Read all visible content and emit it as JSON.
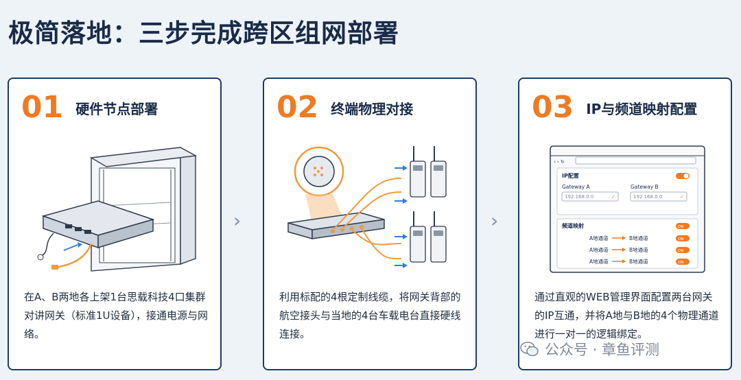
{
  "title": "极简落地：三步完成跨区组网部署",
  "steps": [
    {
      "num": "01",
      "title": "硬件节点部署",
      "desc": "在A、B两地各上架1台思载科技4口集群对讲网关（标准1U设备），接通电源与网络。"
    },
    {
      "num": "02",
      "title": "终端物理对接",
      "desc": "利用标配的4根定制线缆，将网关背部的航空接头与当地的4台车载电台直接硬线连接。"
    },
    {
      "num": "03",
      "title": "IP与频道映射配置",
      "desc": "通过直观的WEB管理界面配置两台网关的IP互通，并将A地与B地的4个物理通道进行一对一的逻辑绑定。"
    }
  ],
  "ui_mock": {
    "ip_section": "IP配置",
    "gateway_a_label": "Gateway A",
    "gateway_b_label": "Gateway B",
    "gateway_a_value": "192.168.0.0",
    "gateway_b_value": "192.168.0.0",
    "channel_section": "频道映射",
    "mappings": [
      {
        "from": "A地通道",
        "to": "B地通道",
        "state": "ON"
      },
      {
        "from": "A地通道",
        "to": "B地通道",
        "state": "ON"
      },
      {
        "from": "A地通道",
        "to": "B地通道",
        "state": "ON"
      }
    ]
  },
  "watermark": "公众号 · 章鱼评测",
  "colors": {
    "accent": "#ee7b22",
    "navy": "#1e3a66",
    "cable_orange": "#f19a3e",
    "arrow_blue": "#2f7de1"
  },
  "icons": {
    "arrow_between_steps": "chevron-right-icon",
    "watermark_icon": "wechat-icon"
  }
}
